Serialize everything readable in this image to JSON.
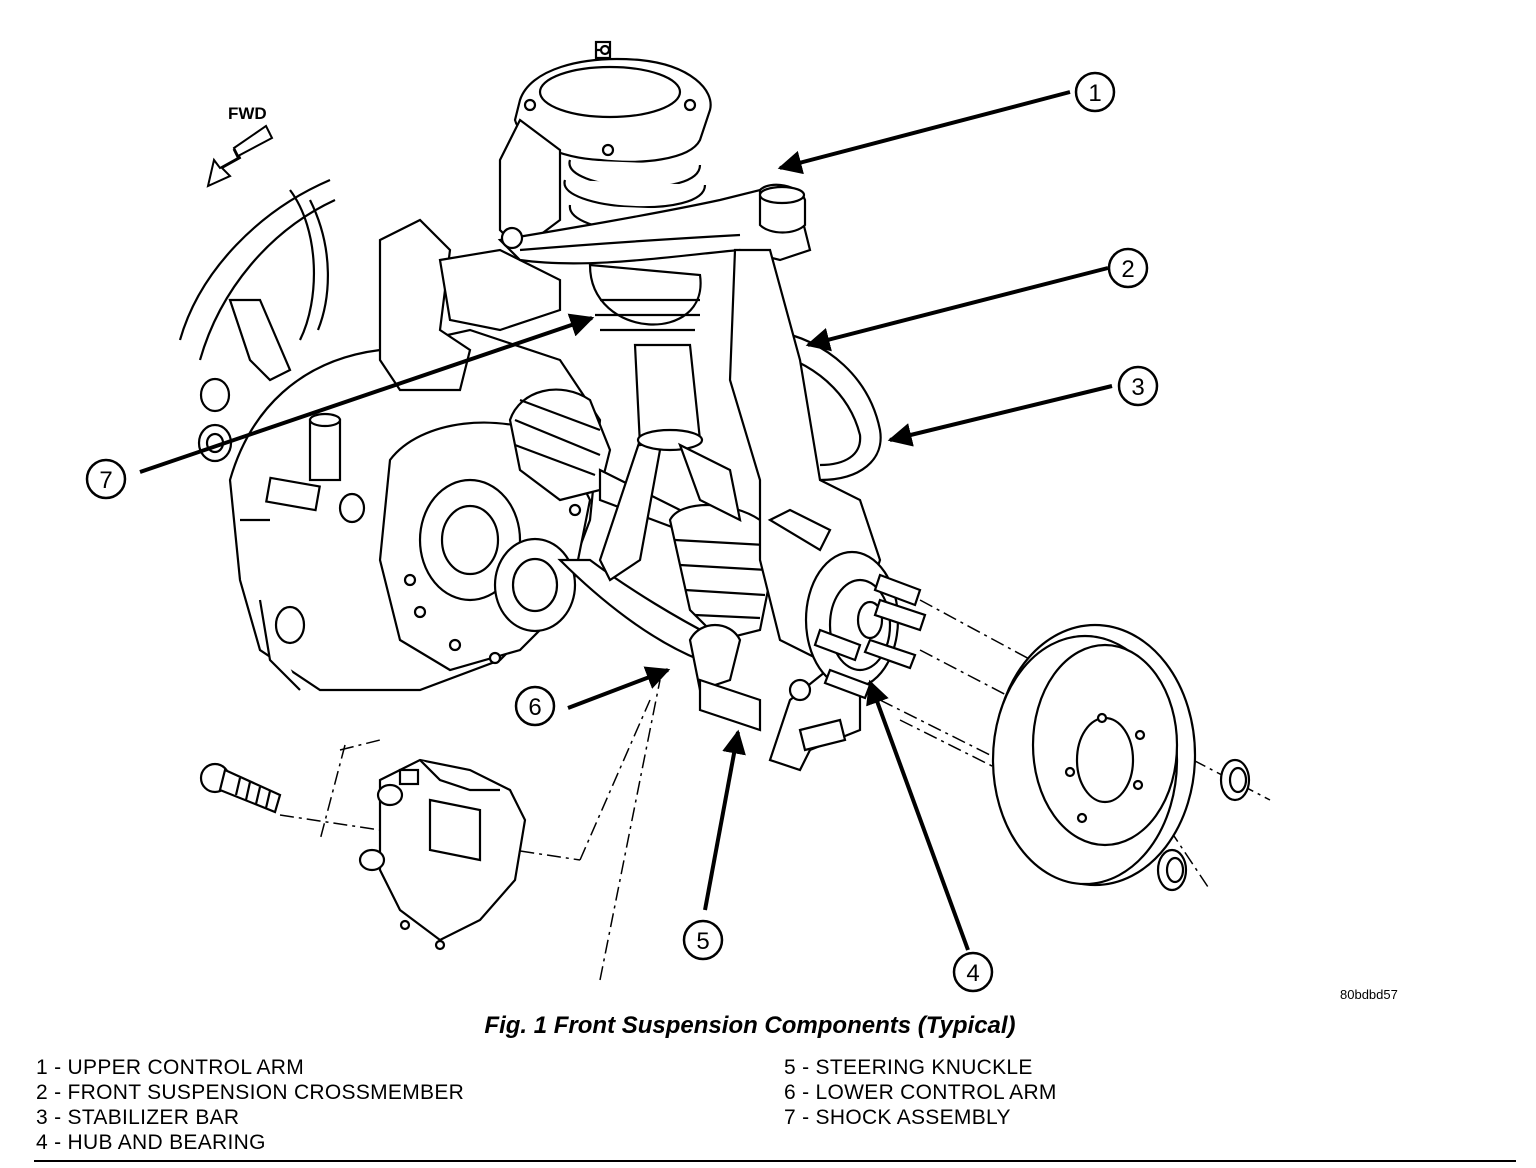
{
  "diagram": {
    "direction_label": "FWD",
    "figure_id": "80bdbd57",
    "caption": "Fig. 1 Front Suspension Components (Typical)",
    "callouts": [
      "1",
      "2",
      "3",
      "4",
      "5",
      "6",
      "7"
    ],
    "legend": [
      {
        "number": "1",
        "text": "1 - UPPER CONTROL ARM"
      },
      {
        "number": "2",
        "text": "2 - FRONT SUSPENSION CROSSMEMBER"
      },
      {
        "number": "3",
        "text": "3 - STABILIZER BAR"
      },
      {
        "number": "4",
        "text": "4 - HUB AND BEARING"
      },
      {
        "number": "5",
        "text": "5 - STEERING KNUCKLE"
      },
      {
        "number": "6",
        "text": "6 - LOWER CONTROL ARM"
      },
      {
        "number": "7",
        "text": "7 - SHOCK ASSEMBLY"
      }
    ]
  }
}
